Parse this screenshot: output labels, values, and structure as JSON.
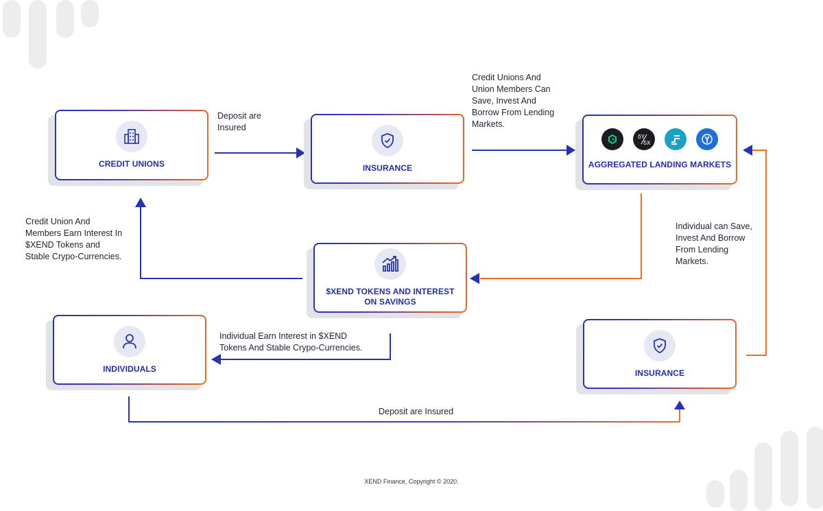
{
  "nodes": {
    "credit_unions": "CREDIT UNIONS",
    "insurance_top": "INSURANCE",
    "aggregated": "AGGREGATED LANDING MARKETS",
    "xend_tokens_line1": "$XEND TOKENS AND INTEREST",
    "xend_tokens_line2": "ON SAVINGS",
    "individuals": "INDIVIDUALS",
    "insurance_bottom": "INSURANCE"
  },
  "notes": {
    "deposit_insured_top": [
      "Deposit are",
      "Insured"
    ],
    "credit_unions_save": [
      "Credit Unions And",
      "Union Members Can",
      "Save, Invest And",
      "Borrow From Lending",
      "Markets."
    ],
    "credit_union_earn": [
      "Credit Union And",
      "Members Earn Interest In",
      "$XEND Tokens and",
      "Stable Crypo-Currencies."
    ],
    "individual_save": [
      "Individual can Save,",
      "Invest And Borrow",
      "From Lending",
      "Markets."
    ],
    "individual_earn": [
      "Individual Earn Interest in $XEND",
      "Tokens And Stable Crypo-Currencies."
    ],
    "deposit_insured_bottom": "Deposit are Insured"
  },
  "icons": {
    "credit_unions": "building-icon",
    "insurance": "shield-check-icon",
    "xend_tokens": "growth-chart-icon",
    "individuals": "user-icon",
    "market_logos": [
      "compound-logo-icon",
      "dydx-logo-icon",
      "fulcrum-logo-icon",
      "yearn-logo-icon"
    ]
  },
  "colors": {
    "blue": "#2433b4",
    "orange": "#f36b1c",
    "label_blue": "#1f2fa8",
    "icon_bg": "#e6e9f3"
  },
  "footer": "XEND Finance, Copyright © 2020."
}
